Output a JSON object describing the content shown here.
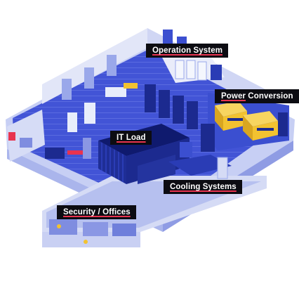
{
  "labels": {
    "operation_system": {
      "underlined": "Operation System",
      "rest": ""
    },
    "power_conversion": {
      "underlined": "Power",
      "rest": " Conversion"
    },
    "it_load": {
      "underlined": "IT Load",
      "rest": ""
    },
    "cooling_systems": {
      "underlined": "Cooling Systems",
      "rest": ""
    },
    "security_offices": {
      "underlined": "Security / Offices",
      "rest": ""
    }
  },
  "colors": {
    "floor_blue": "#3b4fd0",
    "deep_blue": "#1c2a8f",
    "light_blue": "#9aa8ea",
    "pale_blue": "#d7ddf6",
    "floor_light": "#c5cdf3",
    "power_yellow": "#f2c230",
    "accent_red": "#e8334f",
    "label_bg": "#0c0c12",
    "label_text": "#ffffff"
  },
  "icons": [
    "isometric-data-center-illustration",
    "generator-unit-icon",
    "server-rack-icon"
  ]
}
